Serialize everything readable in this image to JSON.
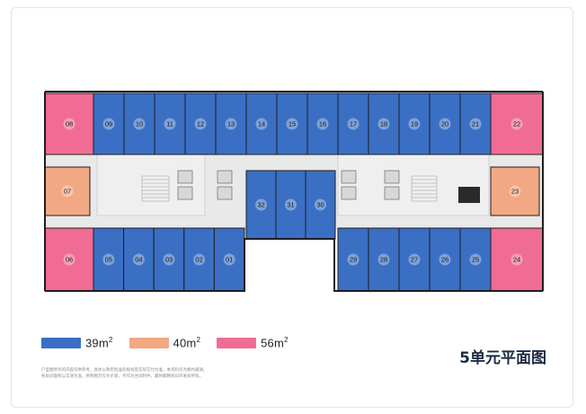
{
  "title": "5单元平面图",
  "legend": [
    {
      "area": "39m",
      "sup": "2",
      "color": "#3a6fc4"
    },
    {
      "area": "40m",
      "sup": "2",
      "color": "#f2a882"
    },
    {
      "area": "56m",
      "sup": "2",
      "color": "#f06c95"
    }
  ],
  "units": {
    "top_row": [
      "09",
      "10",
      "11",
      "12",
      "13",
      "14",
      "15",
      "16",
      "17",
      "18",
      "19",
      "20",
      "21"
    ],
    "bottom_left": [
      "05",
      "04",
      "03",
      "02",
      "01"
    ],
    "center": [
      "32",
      "31",
      "30"
    ],
    "bottom_right": [
      "29",
      "28",
      "27",
      "26",
      "25"
    ],
    "pink": [
      "08",
      "06",
      "22",
      "24"
    ],
    "orange": [
      "07",
      "23"
    ]
  },
  "notes": [
    "户型图所示的内容仅供参考，具体以政府批准的规划及实际交付为准，本资料仅为要约邀请。",
    "各房间面积以实测为准，所附图示仅为示意，不作为合同附件，最终解释权归开发商所有。"
  ],
  "colors": {
    "blue": "#3a6fc4",
    "orange": "#f2a882",
    "pink": "#f06c95",
    "corridor": "#e8e8e8",
    "wall": "#1e1e1e"
  }
}
